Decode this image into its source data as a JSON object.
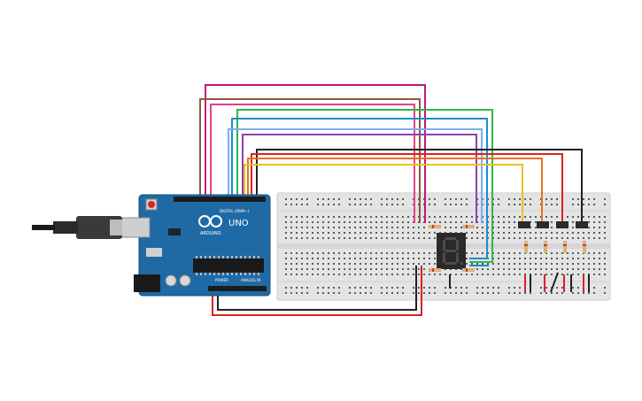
{
  "board": {
    "logo_text": "ARDUINO",
    "model_text": "UNO",
    "digital_label": "DIGITAL (PWM~)",
    "power_label": "POWER",
    "analog_label": "ANALOG IN"
  },
  "display": {
    "digit": "8."
  },
  "colors": {
    "board": "#1f6aa5",
    "breadboard": "#e6e6e6",
    "display_body": "#2a2a2a",
    "segment": "#4c4c4c",
    "resistor": "#d9b27a",
    "wires": [
      "#c2177c",
      "#8a5a3c",
      "#e83e8c",
      "#2db84a",
      "#1e8bd8",
      "#7ab0e6",
      "#8e3fb5",
      "#222222",
      "#d9241f",
      "#e8731c",
      "#e8c21c"
    ]
  },
  "icons": {
    "usb": "usb-plug-icon",
    "reset": "reset-button-icon",
    "chip": "ic-chip-icon"
  }
}
